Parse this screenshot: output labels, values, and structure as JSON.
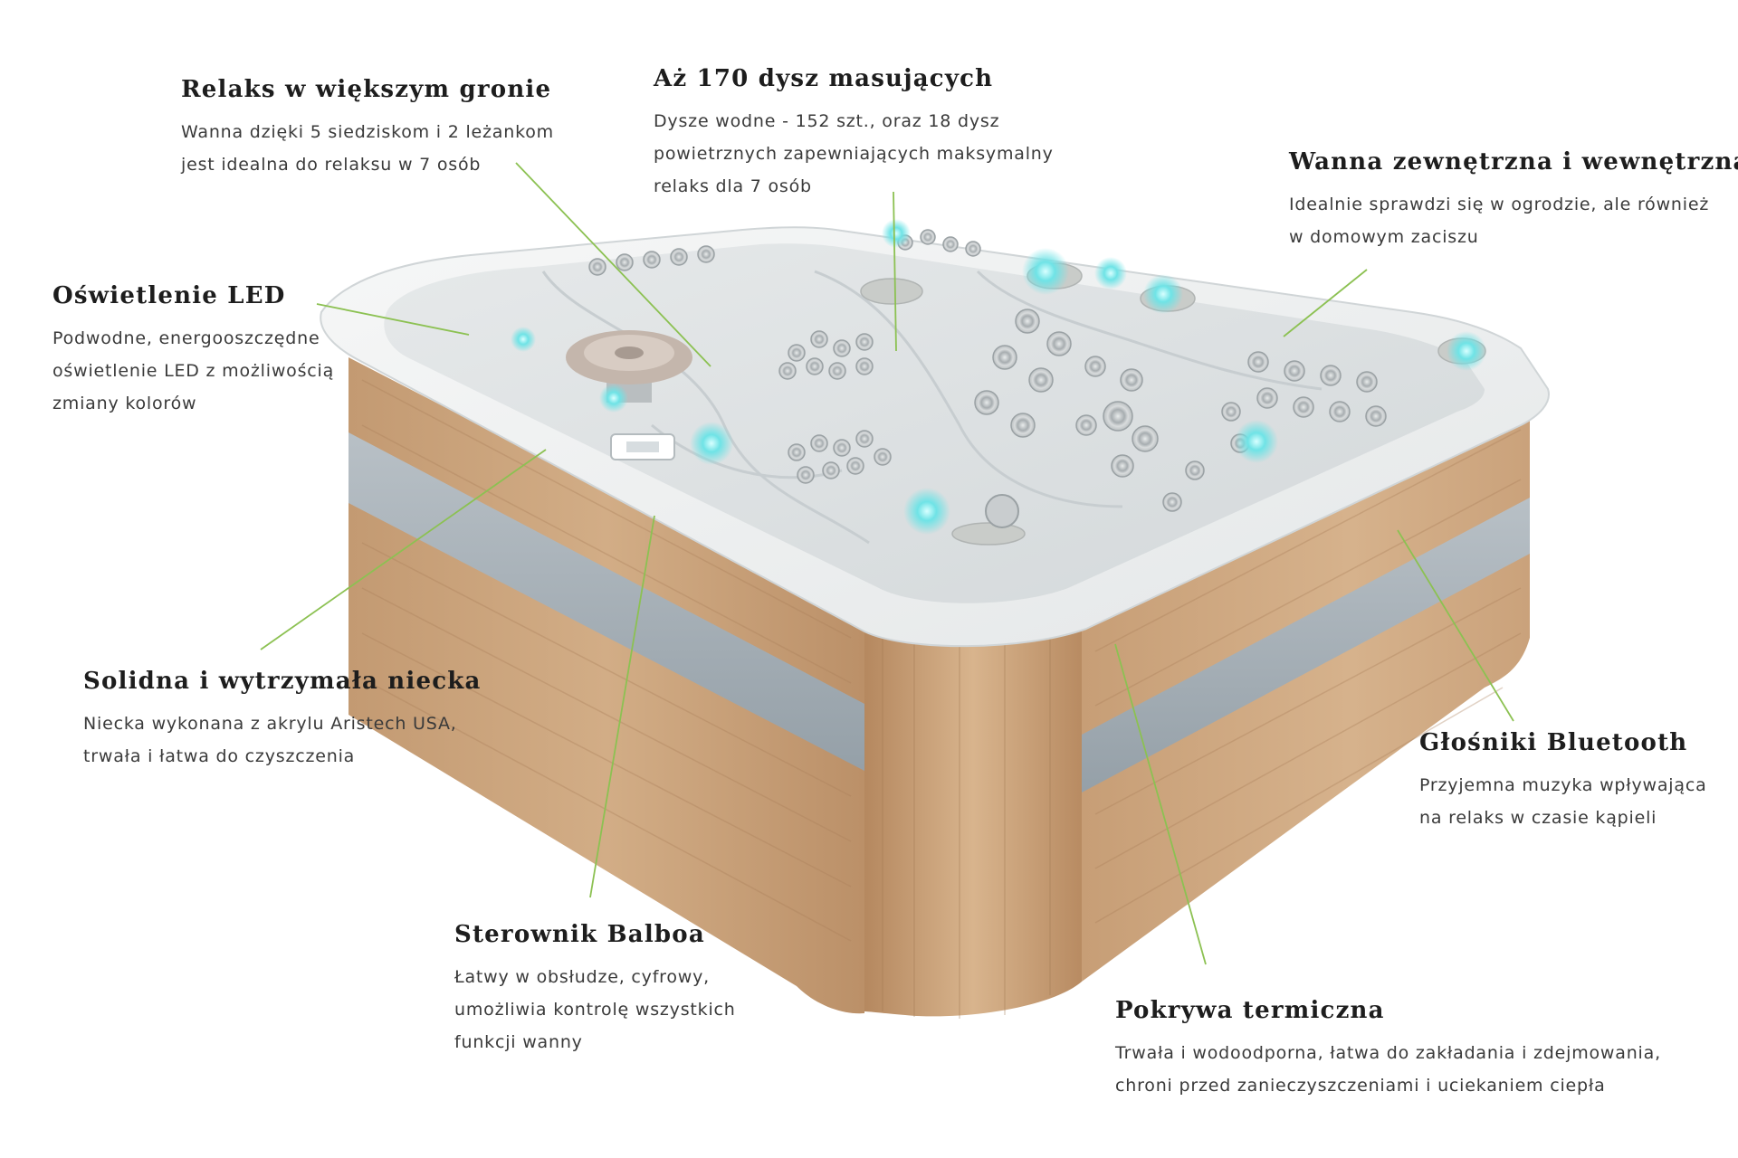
{
  "callouts": {
    "relaks": {
      "title": "Relaks w większym gronie",
      "lines": [
        "Wanna dzięki 5 siedziskom i 2 leżankom",
        "jest idealna do relaksu w 7 osób"
      ]
    },
    "dysze": {
      "title": "Aż 170 dysz masujących",
      "lines": [
        "Dysze wodne - 152 szt., oraz 18 dysz",
        "powietrznych zapewniających maksymalny",
        "relaks dla 7 osób"
      ]
    },
    "wanna": {
      "title": "Wanna zewnętrzna i wewnętrzna",
      "lines": [
        "Idealnie sprawdzi się w ogrodzie, ale również",
        "w domowym zaciszu"
      ]
    },
    "led": {
      "title": "Oświetlenie LED",
      "lines": [
        "Podwodne, energooszczędne",
        "oświetlenie LED z możliwością",
        "zmiany kolorów"
      ]
    },
    "niecka": {
      "title": "Solidna i wytrzymała niecka",
      "lines": [
        "Niecka wykonana z akrylu Aristech USA,",
        "trwała i łatwa do czyszczenia"
      ]
    },
    "balboa": {
      "title": "Sterownik Balboa",
      "lines": [
        "Łatwy w obsłudze, cyfrowy,",
        "umożliwia kontrolę wszystkich",
        "funkcji wanny"
      ]
    },
    "bt": {
      "title": "Głośniki Bluetooth",
      "lines": [
        "Przyjemna muzyka wpływająca",
        "na relaks w czasie kąpieli"
      ]
    },
    "pokrywa": {
      "title": "Pokrywa termiczna",
      "lines": [
        "Trwała i wodoodporna, łatwa do zakładania i zdejmowania,",
        "chroni przed zanieczyszczeniami i uciekaniem ciepła"
      ]
    }
  },
  "colors": {
    "leader_line": "#8cc152",
    "wood": "#c9a27a",
    "acrylic": "#eef0f0",
    "led": "#6fe3e6",
    "steel_band": "#a9b2b8"
  }
}
